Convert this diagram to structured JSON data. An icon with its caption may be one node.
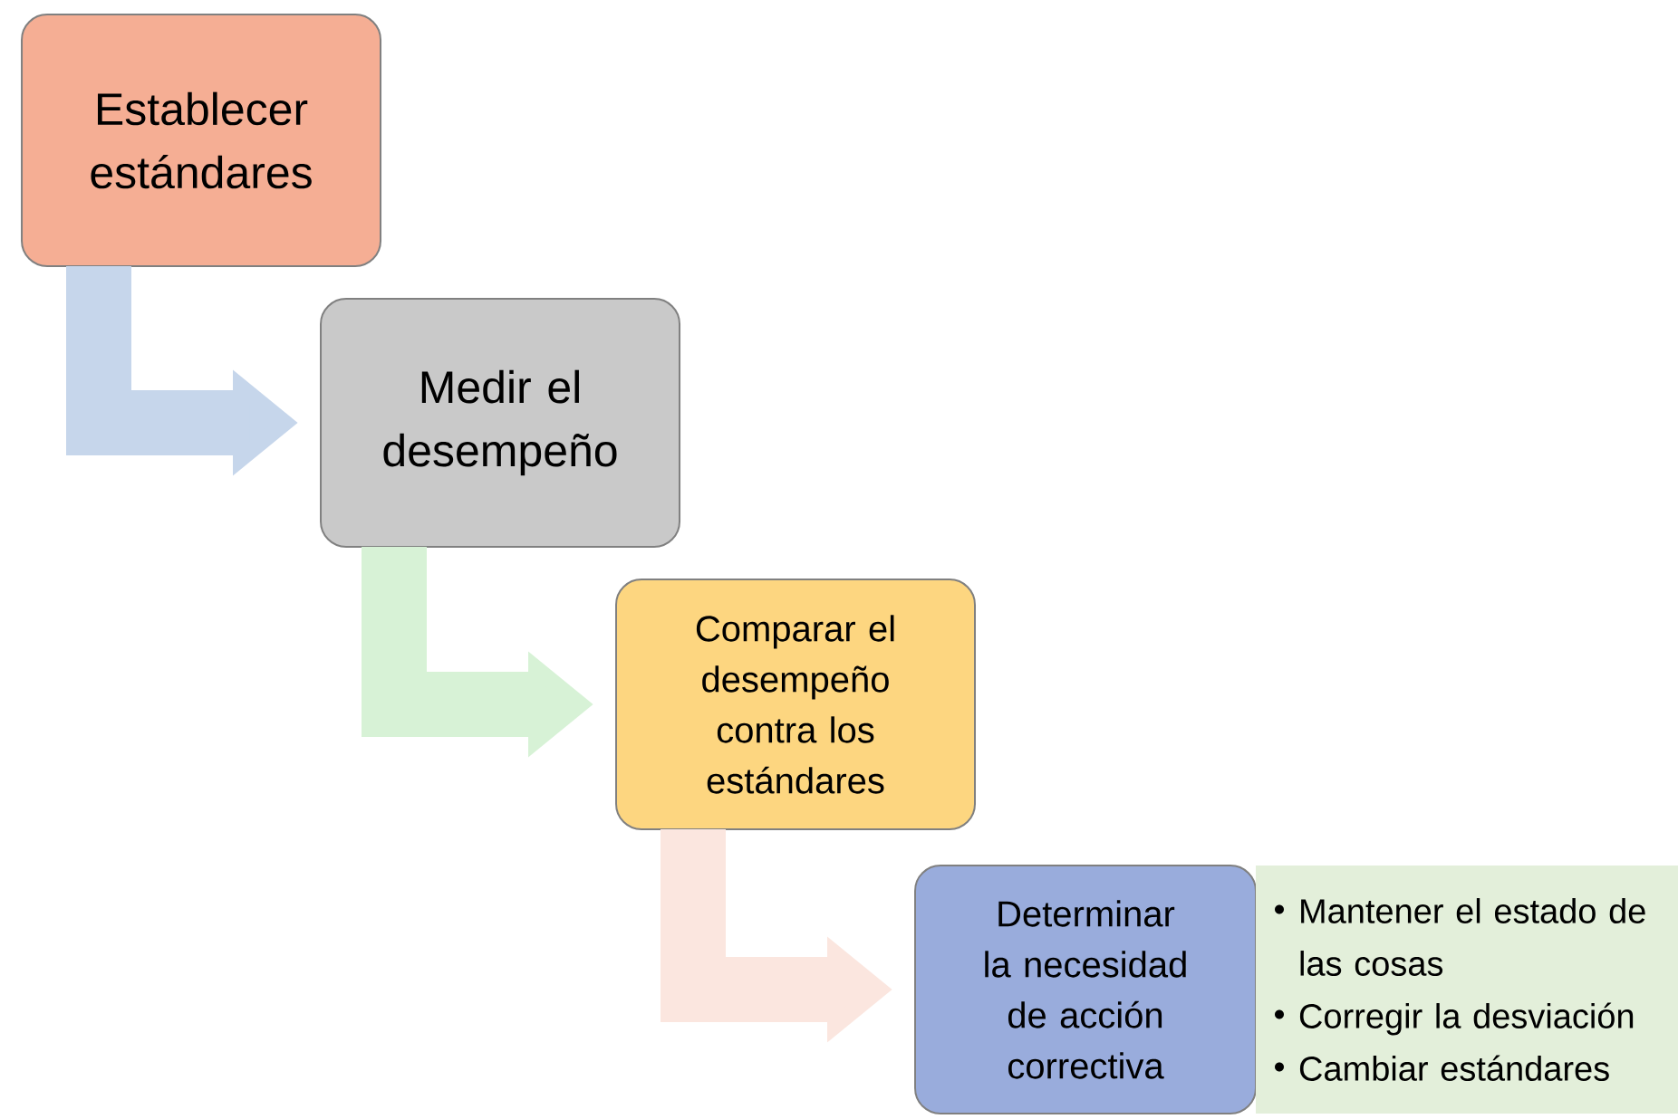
{
  "diagram": {
    "nodes": [
      {
        "text": [
          "Establecer estándares"
        ]
      },
      {
        "text": [
          "Medir el desempeño"
        ]
      },
      {
        "text": [
          "Comparar el desempeño contra los estándares"
        ]
      },
      {
        "text": [
          "Determinar la necesidad de acción correctiva"
        ]
      },
      {
        "text": [
          "Mantener el estado de las cosas",
          "Corregir la desviación",
          "Cambiar estándares"
        ]
      }
    ],
    "edges": [
      {
        "from": 0,
        "to": 1,
        "arrow": "to",
        "color": "#c6d6eb"
      },
      {
        "from": 1,
        "to": 2,
        "arrow": "to",
        "color": "#d7f2d6"
      },
      {
        "from": 2,
        "to": 3,
        "arrow": "to",
        "color": "#fbe6df"
      }
    ]
  }
}
